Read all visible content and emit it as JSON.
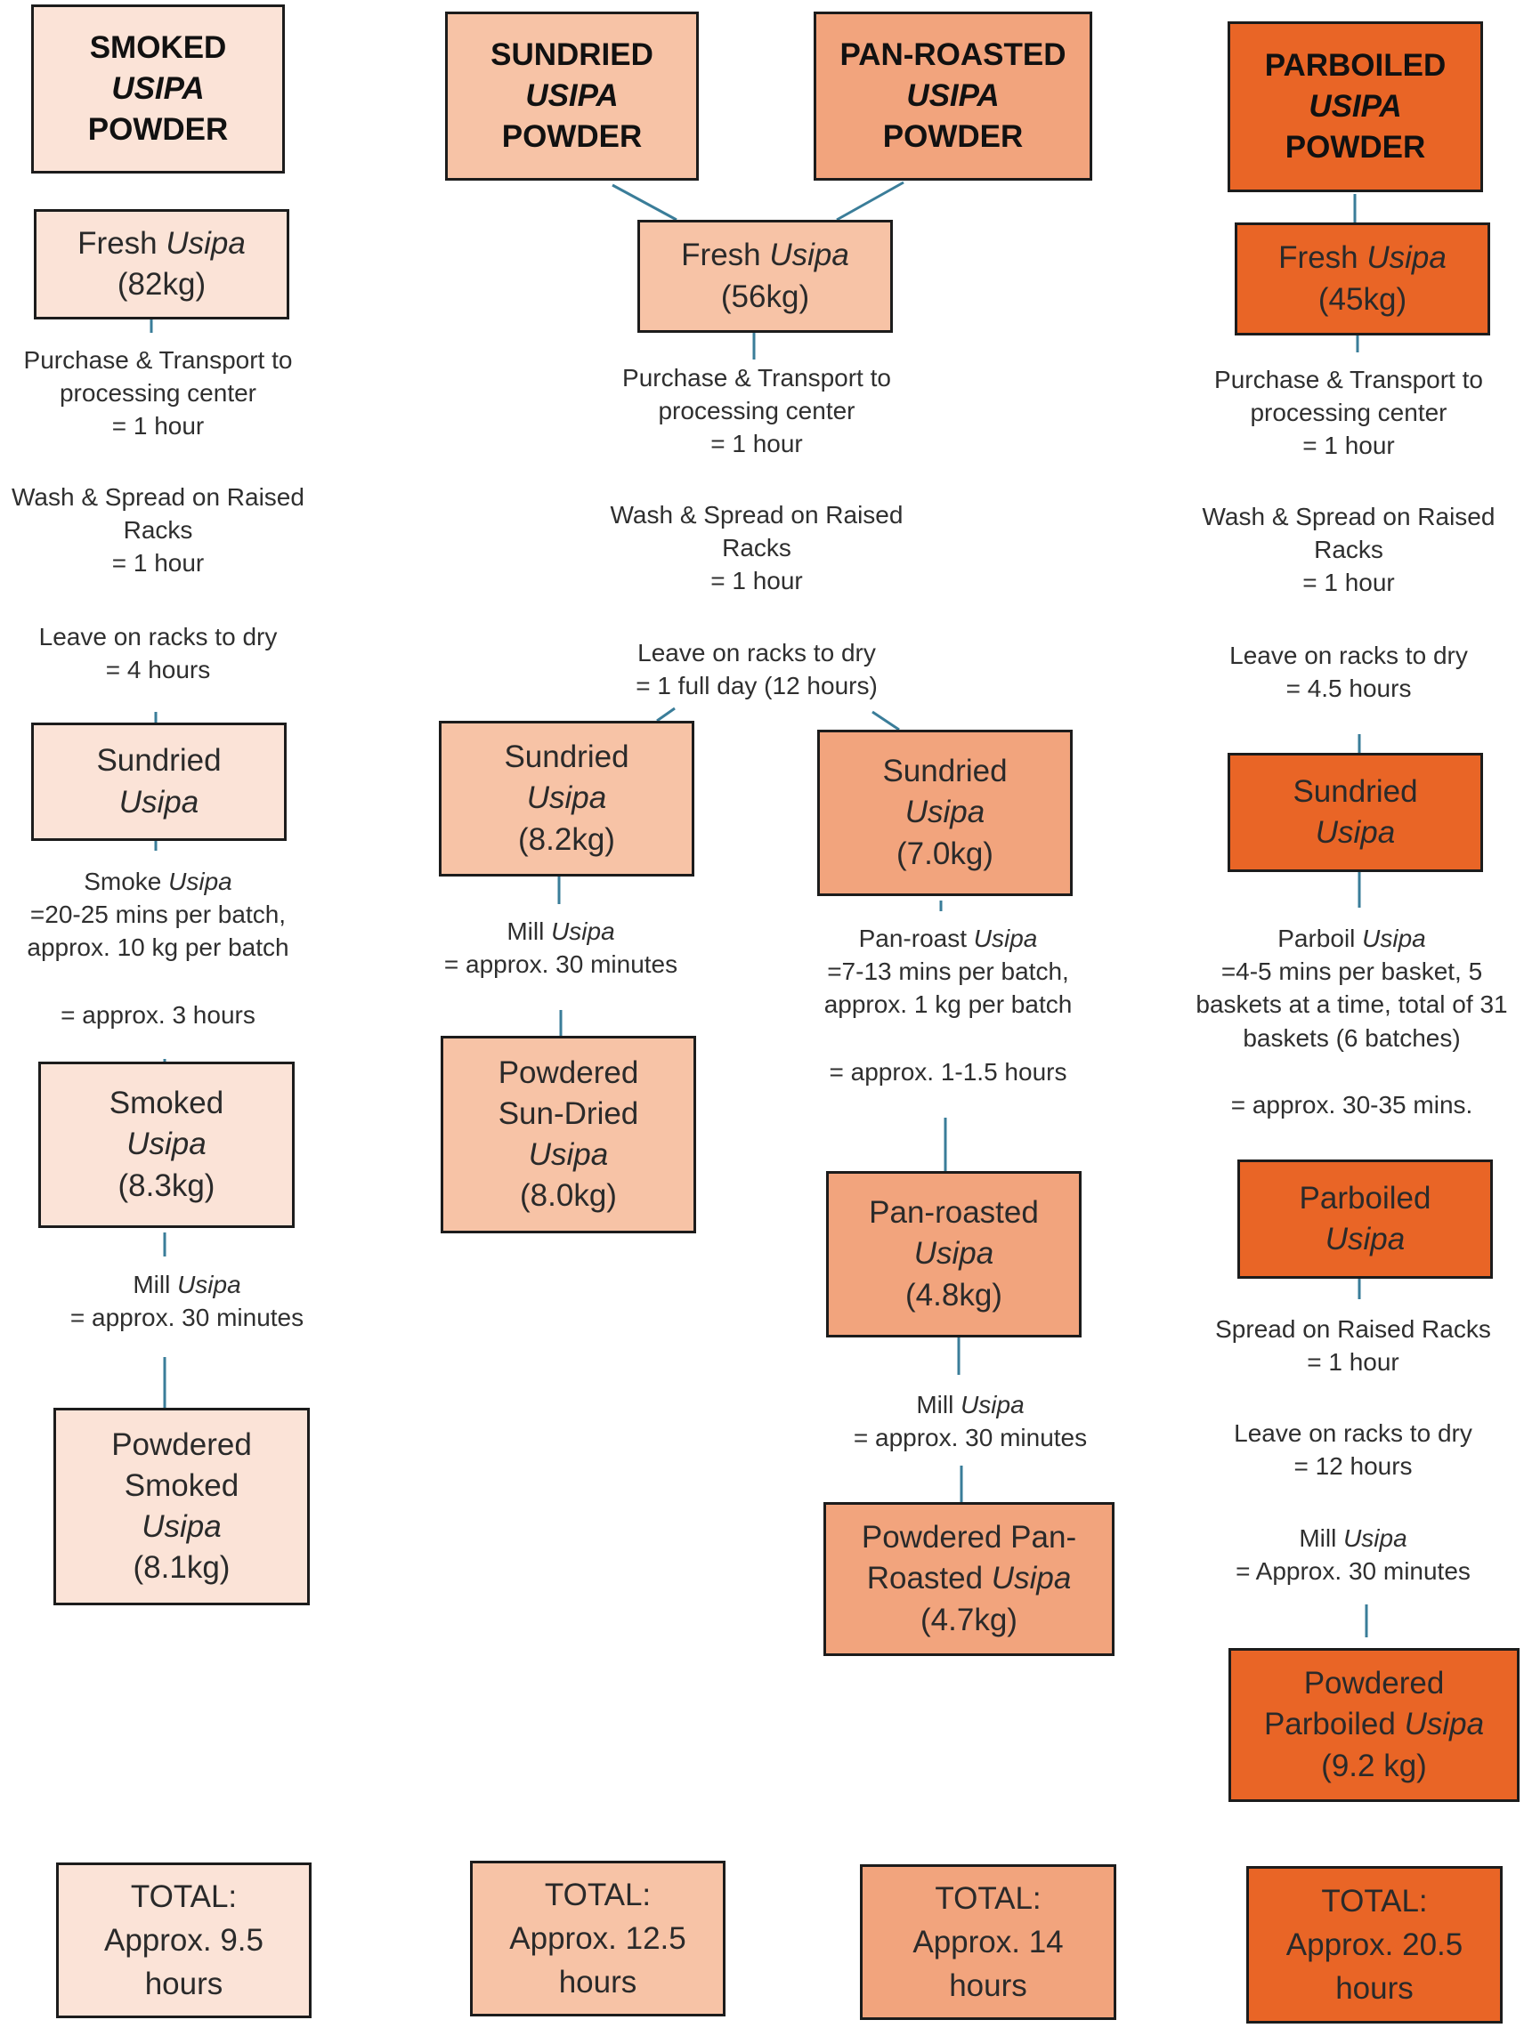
{
  "colors": {
    "smoked": "#fbe3d7",
    "sundried": "#f7c3a6",
    "pan_roasted": "#f2a47d",
    "parboiled": "#e96526",
    "connector": "#3a7d99",
    "border": "#1c1c1c"
  },
  "headers": {
    "smoked": {
      "line1": "SMOKED",
      "line2": "USIPA",
      "line3": "POWDER"
    },
    "sundried": {
      "line1": "SUNDRIED",
      "line2": "USIPA",
      "line3": "POWDER"
    },
    "pan_roasted": {
      "line1": "PAN-ROASTED",
      "line2": "USIPA",
      "line3": "POWDER"
    },
    "parboiled": {
      "line1": "PARBOILED",
      "line2": "USIPA",
      "line3": "POWDER"
    }
  },
  "smoked": {
    "fresh": {
      "pre": "Fresh ",
      "it": "Usipa",
      "weight": "(82kg)"
    },
    "step_transport": {
      "line1": "Purchase & Transport to",
      "line2": "processing center",
      "line3": "= 1 hour"
    },
    "step_wash": {
      "line1": "Wash & Spread on Raised",
      "line2": "Racks",
      "line3": "= 1 hour"
    },
    "step_dry": {
      "line1": "Leave on racks to dry",
      "line2": "= 4 hours"
    },
    "sundried": {
      "line1": "Sundried",
      "line2": "Usipa"
    },
    "step_smoke": {
      "pre": "Smoke ",
      "it": "Usipa",
      "line2": "=20-25 mins per batch,",
      "line3": "approx. 10 kg per batch",
      "line4": "= approx. 3 hours"
    },
    "smoked_node": {
      "line1": "Smoked",
      "line2": "Usipa",
      "line3": "(8.3kg)"
    },
    "step_mill": {
      "pre": "Mill ",
      "it": "Usipa",
      "line2": "= approx. 30 minutes"
    },
    "powdered": {
      "line1": "Powdered",
      "line2": "Smoked",
      "line3": "Usipa",
      "line4": "(8.1kg)"
    },
    "total": {
      "line1": "TOTAL:",
      "line2": "Approx. 9.5",
      "line3": "hours"
    }
  },
  "sundried_panroasted_shared": {
    "fresh": {
      "pre": "Fresh ",
      "it": "Usipa",
      "weight": "(56kg)"
    },
    "step_transport": {
      "line1": "Purchase & Transport to",
      "line2": "processing center",
      "line3": "= 1 hour"
    },
    "step_wash": {
      "line1": "Wash & Spread on Raised",
      "line2": "Racks",
      "line3": "= 1 hour"
    },
    "step_dry": {
      "line1": "Leave on racks to dry",
      "line2": "= 1 full day (12 hours)"
    }
  },
  "sundried": {
    "sundried_node": {
      "line1": "Sundried",
      "line2": "Usipa",
      "line3": "(8.2kg)"
    },
    "step_mill": {
      "pre": "Mill ",
      "it": "Usipa",
      "line2": "= approx. 30 minutes"
    },
    "powdered": {
      "line1": "Powdered",
      "line2": "Sun-Dried",
      "line3": "Usipa",
      "line4": "(8.0kg)"
    },
    "total": {
      "line1": "TOTAL:",
      "line2": "Approx. 12.5",
      "line3": "hours"
    }
  },
  "pan_roasted": {
    "sundried_node": {
      "line1": "Sundried",
      "line2": "Usipa",
      "line3": "(7.0kg)"
    },
    "step_roast": {
      "pre": "Pan-roast ",
      "it": "Usipa",
      "line2": "=7-13 mins per batch,",
      "line3": "approx. 1 kg per batch",
      "line4": "= approx. 1-1.5 hours"
    },
    "roasted_node": {
      "line1": "Pan-roasted",
      "line2": "Usipa",
      "line3": "(4.8kg)"
    },
    "step_mill": {
      "pre": "Mill ",
      "it": "Usipa",
      "line2": "= approx. 30 minutes"
    },
    "powdered": {
      "line1": "Powdered Pan-",
      "line2_pre": "Roasted ",
      "line2_it": "Usipa",
      "line3": "(4.7kg)"
    },
    "total": {
      "line1": "TOTAL:",
      "line2": "Approx. 14",
      "line3": "hours"
    }
  },
  "parboiled": {
    "fresh": {
      "pre": "Fresh ",
      "it": "Usipa",
      "weight": "(45kg)"
    },
    "step_transport": {
      "line1": "Purchase & Transport to",
      "line2": "processing center",
      "line3": "= 1 hour"
    },
    "step_wash": {
      "line1": "Wash & Spread on Raised",
      "line2": "Racks",
      "line3": "= 1 hour"
    },
    "step_dry": {
      "line1": "Leave on racks to dry",
      "line2": "= 4.5 hours"
    },
    "sundried_node": {
      "line1": "Sundried",
      "line2": "Usipa"
    },
    "step_parboil": {
      "pre": "Parboil ",
      "it": "Usipa",
      "line2": "=4-5 mins per basket, 5",
      "line3": "baskets at a time, total of 31",
      "line4": "baskets (6 batches)",
      "line5": "= approx. 30-35 mins."
    },
    "parboiled_node": {
      "line1": "Parboiled",
      "line2": "Usipa"
    },
    "step_spread": {
      "line1": "Spread on Raised Racks",
      "line2": "= 1 hour"
    },
    "step_dry2": {
      "line1": "Leave on racks to dry",
      "line2": "= 12 hours"
    },
    "step_mill": {
      "pre": "Mill ",
      "it": "Usipa",
      "line2": "= Approx. 30 minutes"
    },
    "powdered": {
      "line1": "Powdered",
      "line2_pre": "Parboiled ",
      "line2_it": "Usipa",
      "line3": "(9.2 kg)"
    },
    "total": {
      "line1": "TOTAL:",
      "line2": "Approx. 20.5",
      "line3": "hours"
    }
  }
}
